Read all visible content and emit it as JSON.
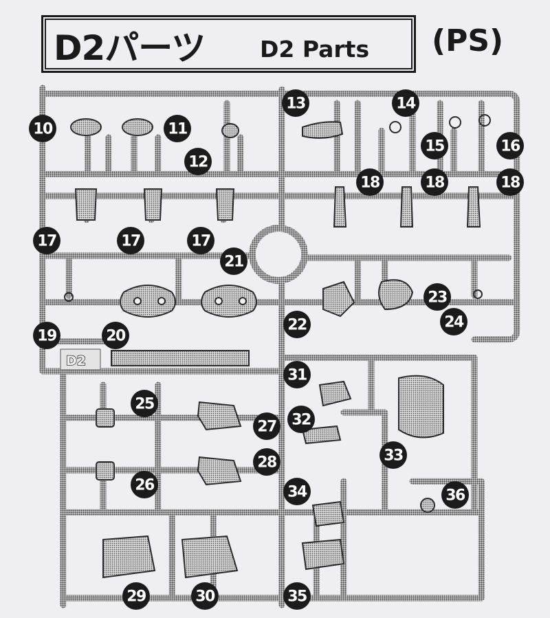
{
  "header": {
    "title_jp": "D2パーツ",
    "title_en": "D2 Parts",
    "material": "(PS)"
  },
  "sprue_label": "D2",
  "parts": [
    "10",
    "11",
    "12",
    "13",
    "14",
    "15",
    "16",
    "18",
    "18",
    "18",
    "17",
    "17",
    "17",
    "21",
    "19",
    "20",
    "22",
    "23",
    "24",
    "31",
    "25",
    "27",
    "32",
    "28",
    "33",
    "26",
    "34",
    "36",
    "29",
    "30",
    "35"
  ],
  "colors": {
    "ink": "#1b1b1b",
    "background": "#efeef2",
    "badge_text": "#ffffff"
  }
}
